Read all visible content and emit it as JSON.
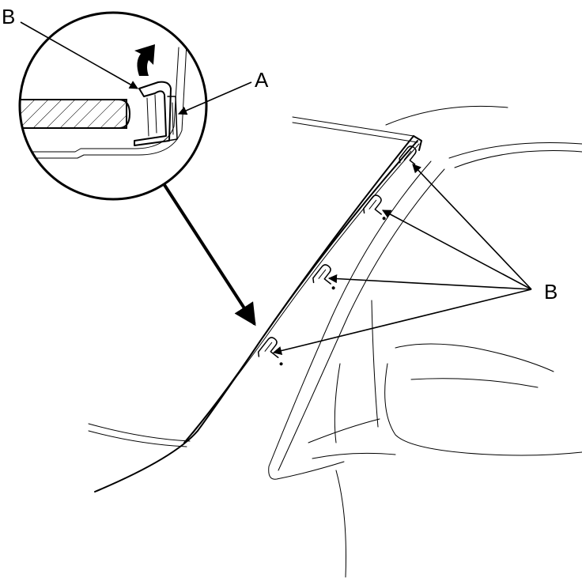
{
  "callouts": {
    "top_left_b": "B",
    "a": "A",
    "right_b": "B"
  },
  "colors": {
    "ink": "#000000",
    "background": "#ffffff"
  },
  "icons": {
    "removal_direction": "curved-arrow-icon",
    "clip": "clip-icon"
  }
}
